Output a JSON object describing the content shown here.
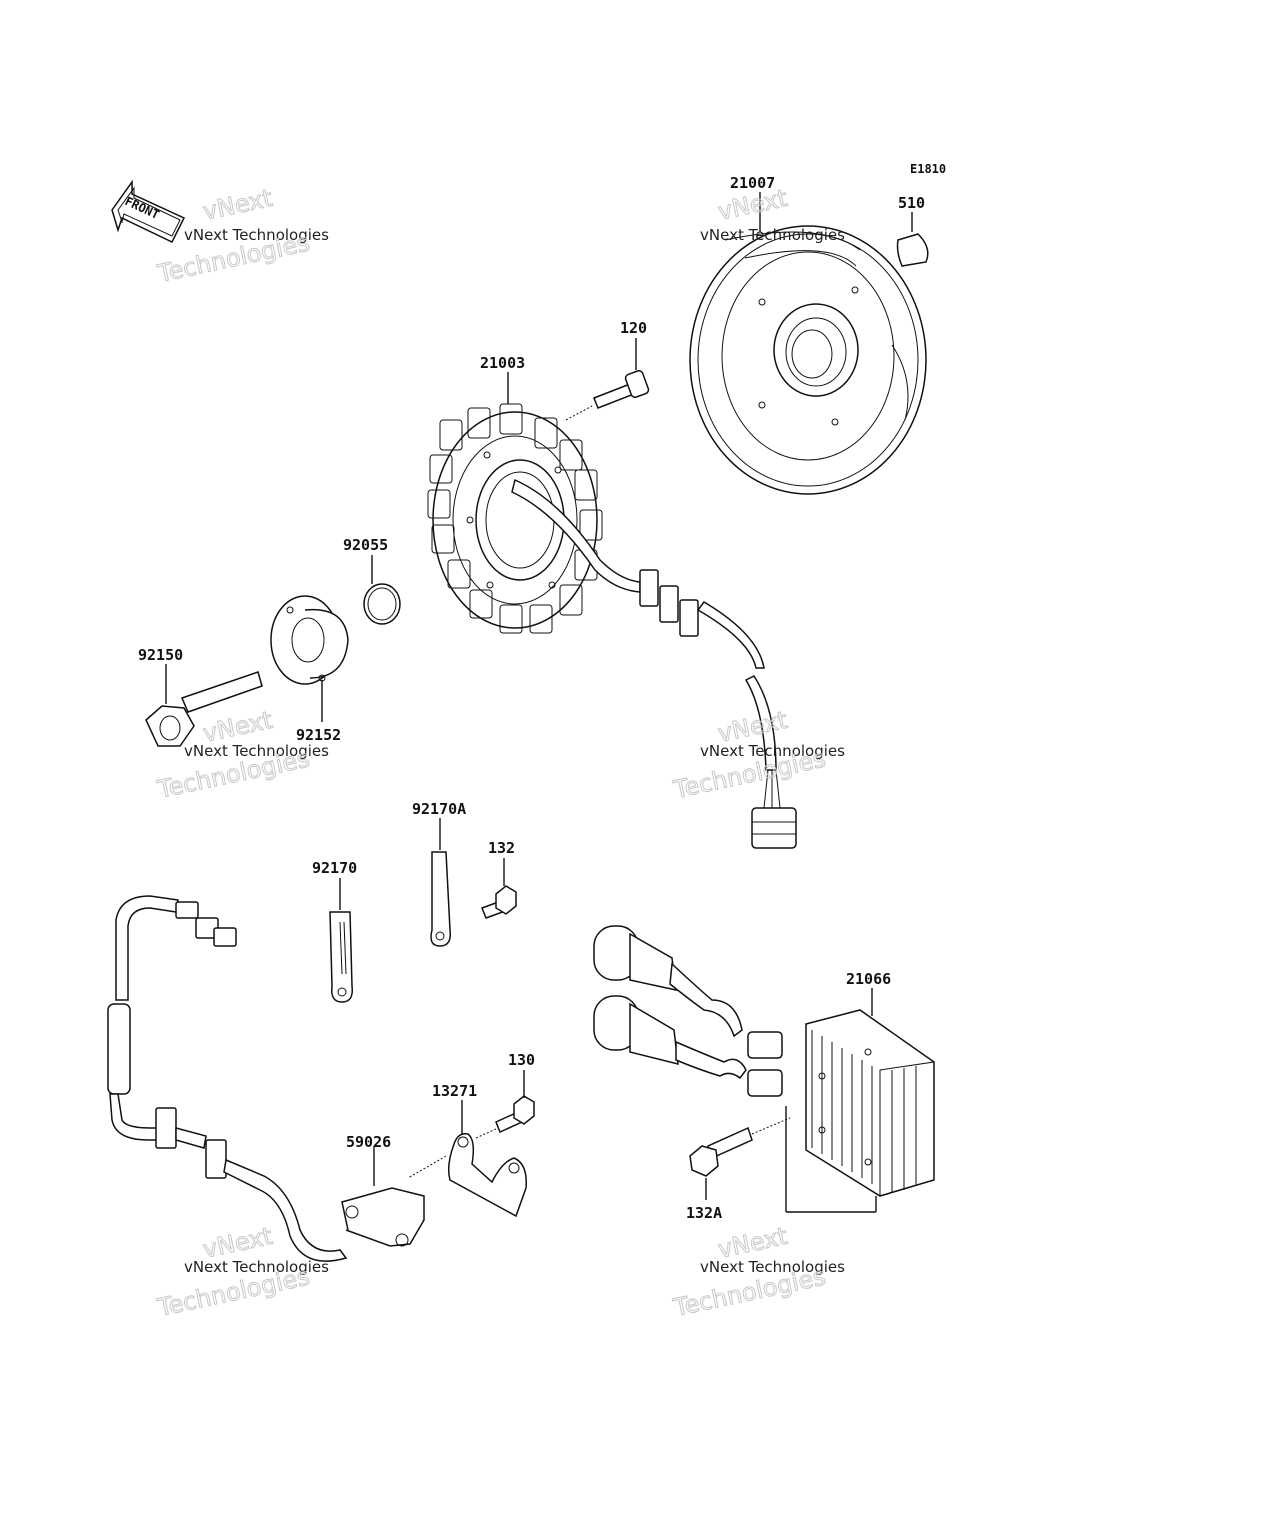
{
  "diagram_code": "E1810",
  "front_marker": "FRONT",
  "watermark": {
    "line1": "vNext Technologies",
    "line2": "vNext",
    "line3": "Technologies"
  },
  "parts": [
    {
      "id": "21007",
      "label": "21007",
      "name": "flywheel-rotor"
    },
    {
      "id": "510",
      "label": "510",
      "name": "woodruff-key"
    },
    {
      "id": "120",
      "label": "120",
      "name": "stator-bolt"
    },
    {
      "id": "21003",
      "label": "21003",
      "name": "stator-coil"
    },
    {
      "id": "92055",
      "label": "92055",
      "name": "o-ring"
    },
    {
      "id": "92150",
      "label": "92150",
      "name": "rotor-bolt"
    },
    {
      "id": "92152",
      "label": "92152",
      "name": "spacer-washer"
    },
    {
      "id": "92170A",
      "label": "92170A",
      "name": "clamp-a"
    },
    {
      "id": "132",
      "label": "132",
      "name": "clamp-bolt"
    },
    {
      "id": "92170",
      "label": "92170",
      "name": "clamp"
    },
    {
      "id": "21066",
      "label": "21066",
      "name": "regulator-rectifier"
    },
    {
      "id": "130",
      "label": "130",
      "name": "bracket-bolt"
    },
    {
      "id": "13271",
      "label": "13271",
      "name": "bracket-plate"
    },
    {
      "id": "59026",
      "label": "59026",
      "name": "pickup-coil"
    },
    {
      "id": "132A",
      "label": "132A",
      "name": "regulator-bolt"
    }
  ]
}
